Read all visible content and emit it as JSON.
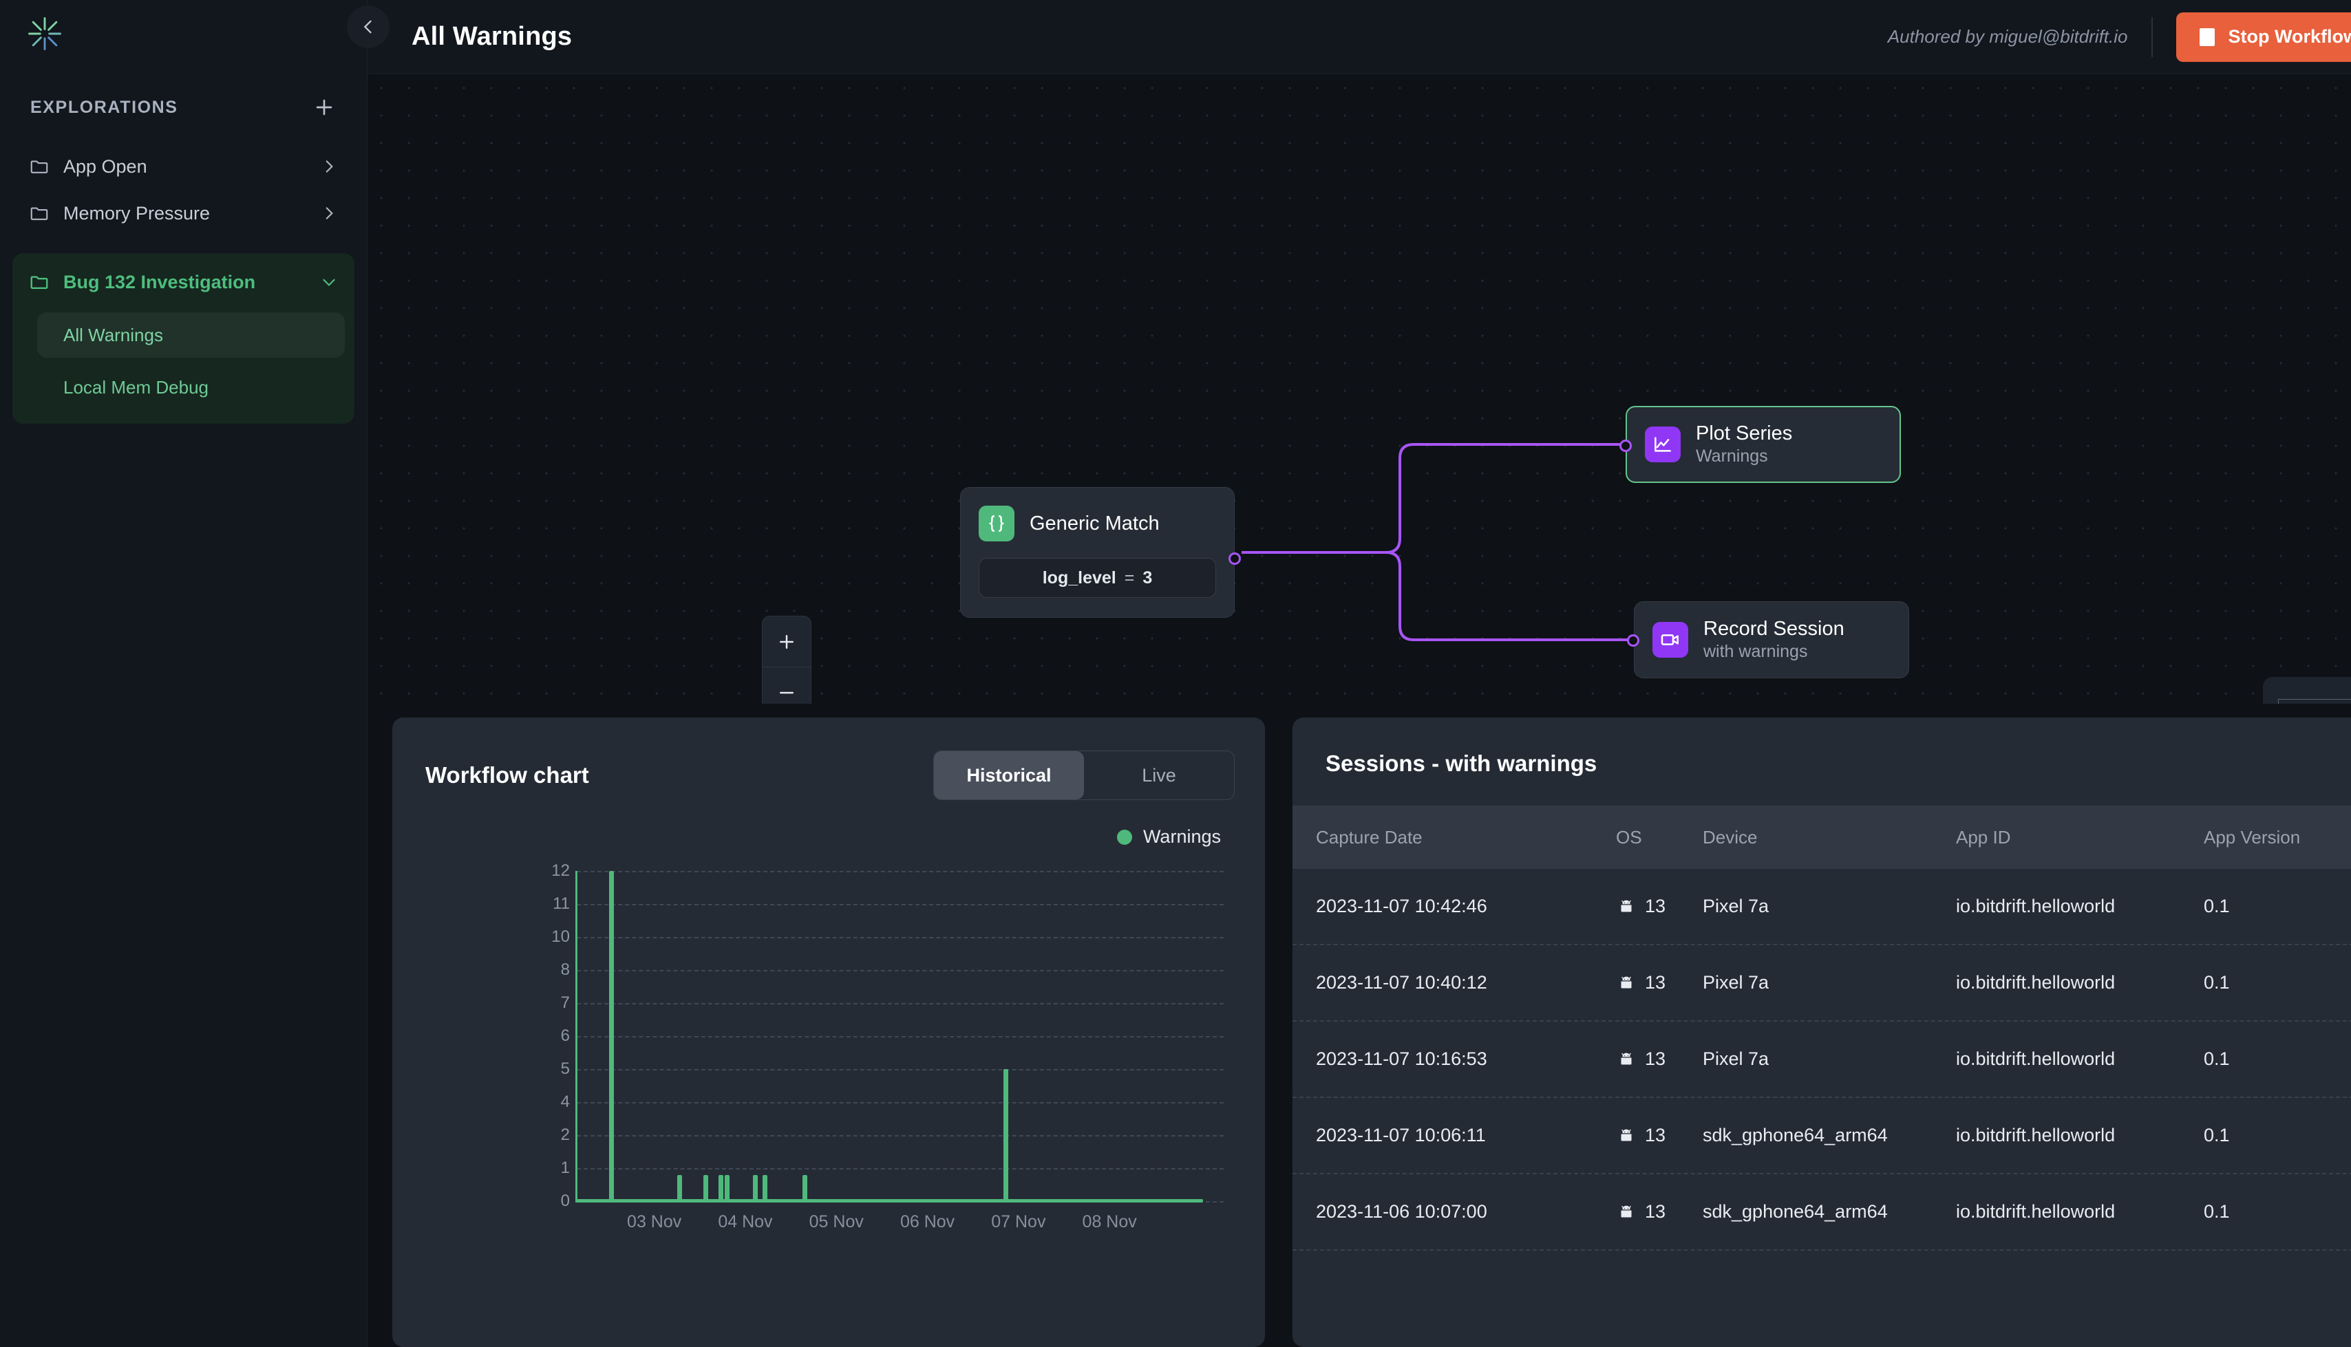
{
  "app": {
    "logo_icon": "bitdrift-asterisk-logo"
  },
  "sidebar": {
    "section_title": "EXPLORATIONS",
    "add_icon": "plus-icon",
    "items": [
      {
        "label": "App Open",
        "icon": "folder-icon",
        "chevron": "chevron-right-icon",
        "expanded": false,
        "active": false
      },
      {
        "label": "Memory Pressure",
        "icon": "folder-icon",
        "chevron": "chevron-right-icon",
        "expanded": false,
        "active": false
      },
      {
        "label": "Bug 132 Investigation",
        "icon": "folder-icon",
        "chevron": "chevron-down-icon",
        "expanded": true,
        "active": true
      }
    ],
    "children": [
      {
        "label": "All Warnings",
        "selected": true
      },
      {
        "label": "Local Mem Debug",
        "selected": false
      }
    ]
  },
  "header": {
    "title": "All Warnings",
    "authored_by": "Authored by miguel@bitdrift.io",
    "stop_label": "Stop Workflow",
    "stop_icon": "stop-square-icon",
    "collapse_icon": "chevron-left-icon",
    "accent_stop_color": "#e8603c"
  },
  "canvas": {
    "nodes": [
      {
        "id": "generic-match",
        "title": "Generic Match",
        "subtitle": "",
        "icon": "braces-icon",
        "icon_color": "#4fb97c",
        "condition_key": "log_level",
        "condition_op": "=",
        "condition_value": "3",
        "selected": false
      },
      {
        "id": "plot-series",
        "title": "Plot Series",
        "subtitle": "Warnings",
        "icon": "line-chart-icon",
        "icon_color": "#9036f5",
        "selected": true
      },
      {
        "id": "record-session",
        "title": "Record Session",
        "subtitle": "with warnings",
        "icon": "video-camera-icon",
        "icon_color": "#9036f5",
        "selected": false
      }
    ],
    "edge_color": "#a855f7",
    "controls": [
      {
        "name": "zoom-in",
        "icon": "plus-icon"
      },
      {
        "name": "zoom-out",
        "icon": "minus-icon"
      },
      {
        "name": "fit-view",
        "icon": "fit-screen-icon"
      }
    ],
    "minimap_label": "minimap",
    "chat_icon": "chat-bubble-icon"
  },
  "chart_panel": {
    "title": "Workflow chart",
    "segments": [
      {
        "label": "Historical",
        "active": true
      },
      {
        "label": "Live",
        "active": false
      }
    ]
  },
  "chart_data": {
    "type": "bar",
    "title": "Workflow chart",
    "xlabel": "",
    "ylabel": "",
    "legend": [
      {
        "name": "Warnings",
        "color": "#4fb97c"
      }
    ],
    "legend_position": "top-right",
    "grid": true,
    "ytick_labels": [
      "12",
      "11",
      "10",
      "8",
      "7",
      "6",
      "5",
      "4",
      "2",
      "1",
      "0"
    ],
    "ylim": [
      0,
      12
    ],
    "xtick_labels": [
      "03 Nov",
      "04 Nov",
      "05 Nov",
      "06 Nov",
      "07 Nov",
      "08 Nov"
    ],
    "series": [
      {
        "name": "Warnings",
        "color": "#4fb97c",
        "points": [
          {
            "x": "03 Nov 00:00",
            "value": 12
          },
          {
            "x": "03 Nov 18:00",
            "value": 0.8
          },
          {
            "x": "04 Nov 01:00",
            "value": 0.8
          },
          {
            "x": "04 Nov 05:00",
            "value": 0.8
          },
          {
            "x": "04 Nov 06:30",
            "value": 0.8
          },
          {
            "x": "04 Nov 14:00",
            "value": 0.8
          },
          {
            "x": "04 Nov 16:30",
            "value": 0.8
          },
          {
            "x": "05 Nov 03:00",
            "value": 0.8
          },
          {
            "x": "07 Nov 08:00",
            "value": 5
          }
        ]
      }
    ]
  },
  "sessions_panel": {
    "title": "Sessions - with warnings",
    "columns": [
      "Capture Date",
      "OS",
      "Device",
      "App ID",
      "App Version"
    ],
    "row_action_icon": "list-details-icon",
    "os_icon": "android-icon",
    "rows": [
      {
        "capture_date": "2023-11-07 10:42:46",
        "os": "13",
        "device": "Pixel 7a",
        "app_id": "io.bitdrift.helloworld",
        "app_version": "0.1"
      },
      {
        "capture_date": "2023-11-07 10:40:12",
        "os": "13",
        "device": "Pixel 7a",
        "app_id": "io.bitdrift.helloworld",
        "app_version": "0.1"
      },
      {
        "capture_date": "2023-11-07 10:16:53",
        "os": "13",
        "device": "Pixel 7a",
        "app_id": "io.bitdrift.helloworld",
        "app_version": "0.1"
      },
      {
        "capture_date": "2023-11-07 10:06:11",
        "os": "13",
        "device": "sdk_gphone64_arm64",
        "app_id": "io.bitdrift.helloworld",
        "app_version": "0.1"
      },
      {
        "capture_date": "2023-11-06 10:07:00",
        "os": "13",
        "device": "sdk_gphone64_arm64",
        "app_id": "io.bitdrift.helloworld",
        "app_version": "0.1"
      }
    ]
  }
}
